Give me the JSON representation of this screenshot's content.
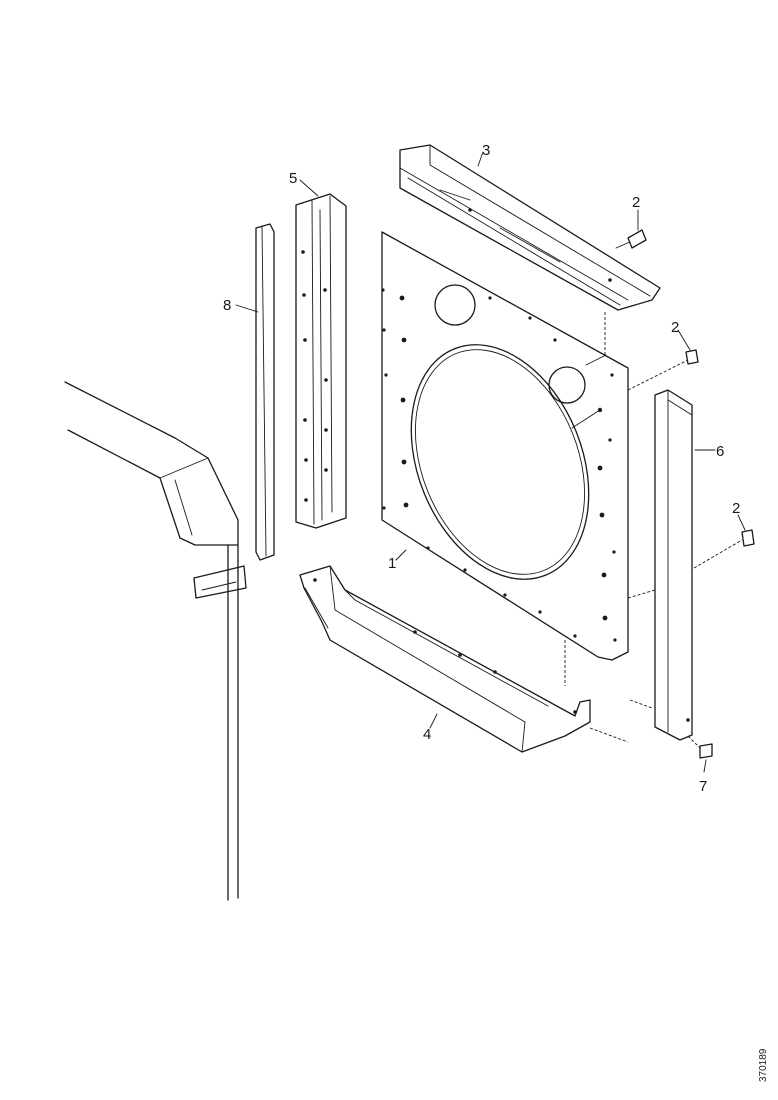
{
  "callouts": {
    "c1": "1",
    "c2a": "2",
    "c2b": "2",
    "c2c": "2",
    "c3": "3",
    "c4": "4",
    "c5": "5",
    "c6": "6",
    "c7": "7",
    "c8": "8"
  },
  "figure_id": "370189"
}
